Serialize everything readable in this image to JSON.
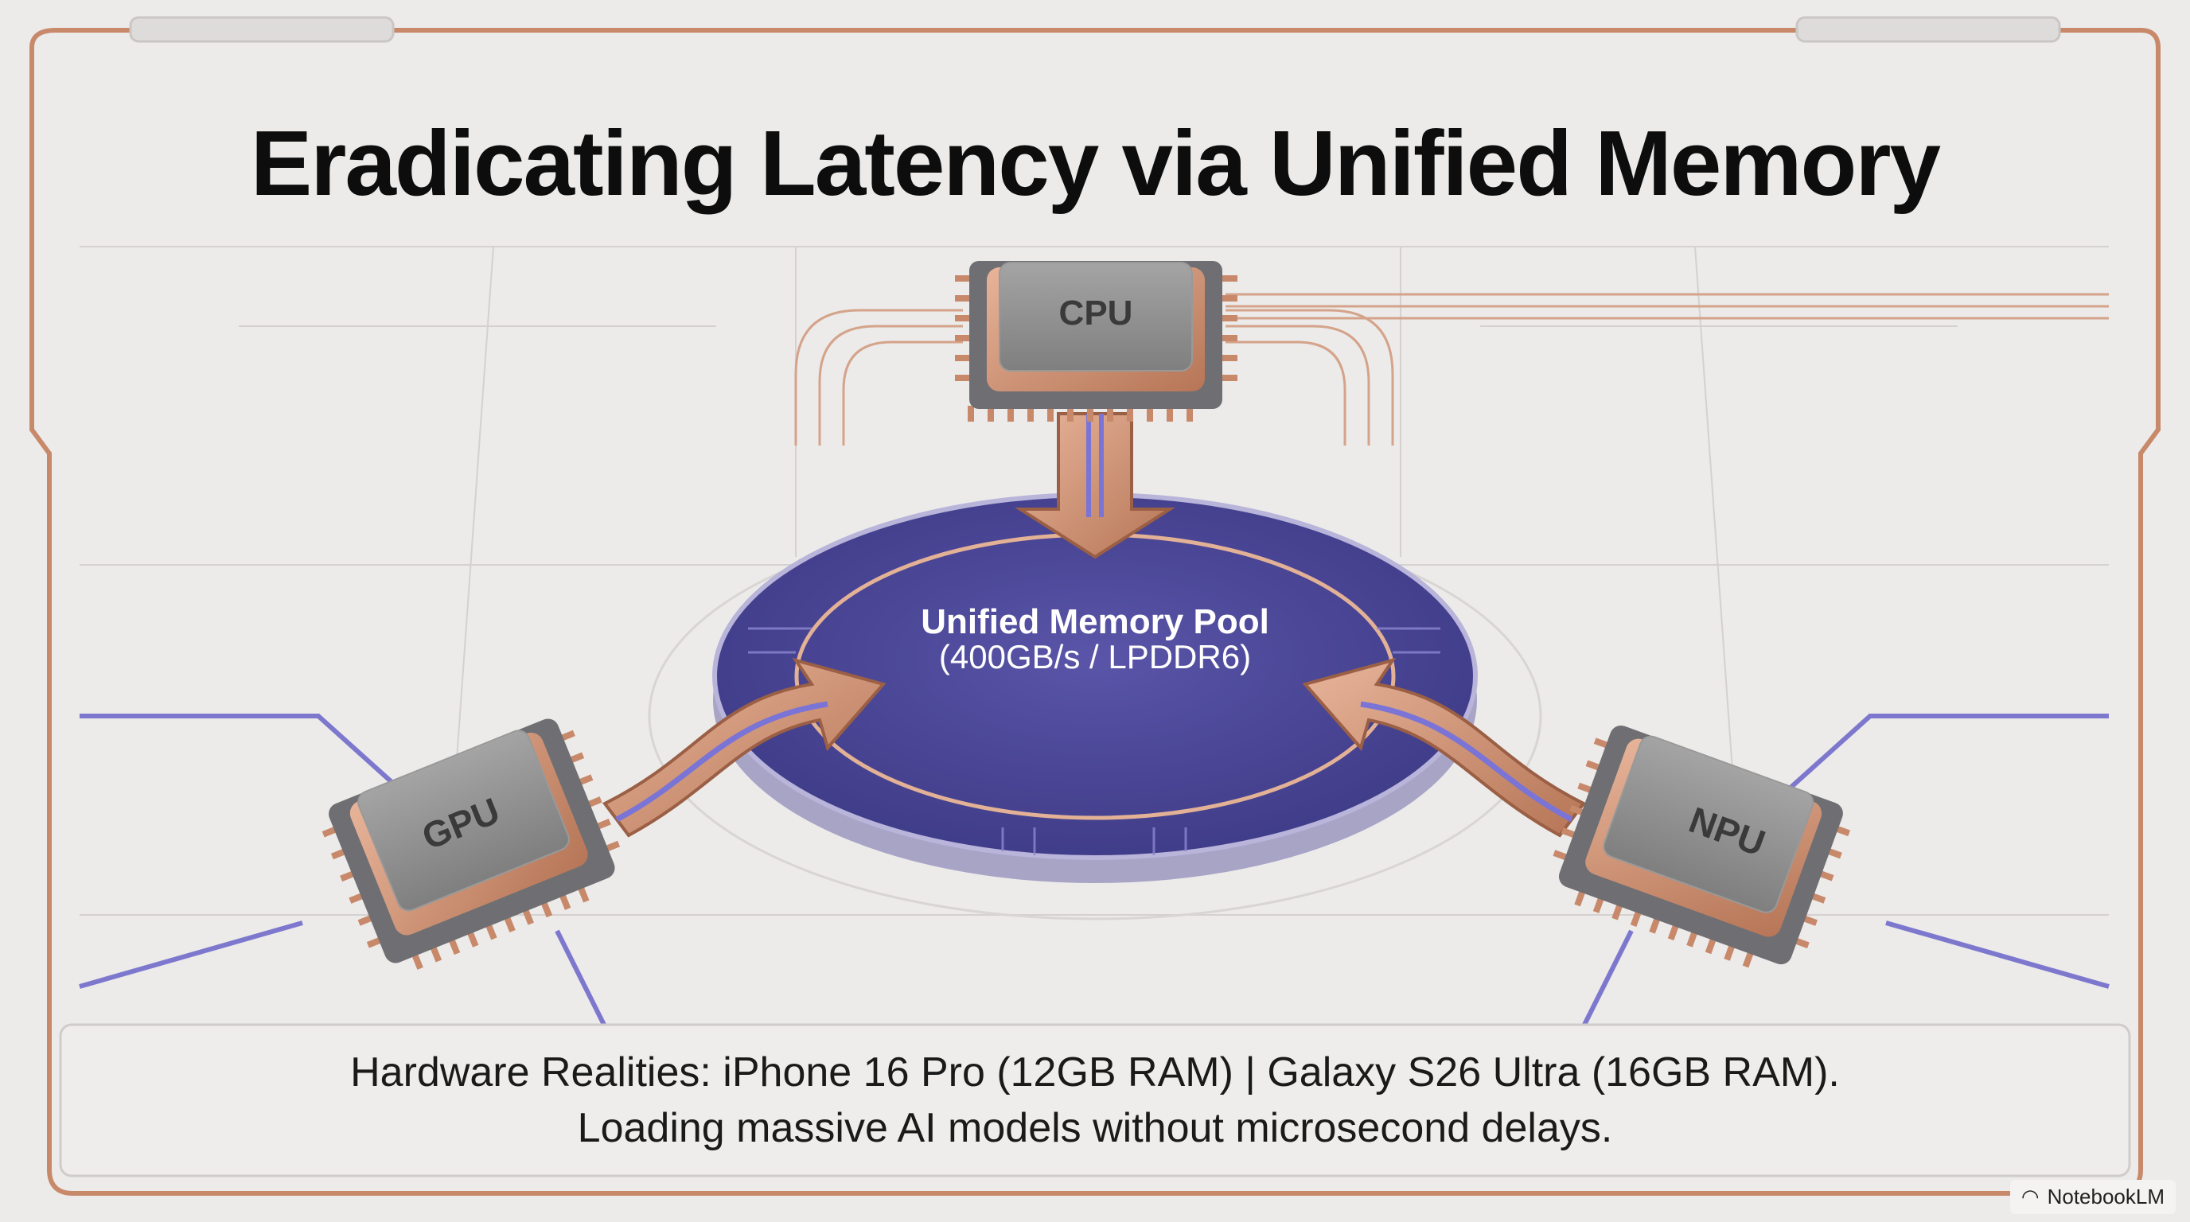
{
  "title": "Eradicating Latency via Unified Memory",
  "nodes": {
    "cpu": "CPU",
    "gpu": "GPU",
    "npu": "NPU",
    "pool_title": "Unified Memory Pool",
    "pool_subtitle": "(400GB/s / LPDDR6)"
  },
  "caption": {
    "line1": "Hardware Realities: iPhone 16 Pro (12GB RAM) | Galaxy S26 Ultra (16GB RAM).",
    "line2": "Loading massive AI models without microsecond delays."
  },
  "brand": "NotebookLM",
  "colors": {
    "copper": "#c8896b",
    "purple": "#5a55a8",
    "chip": "#8e8e8e",
    "background": "#ecebea"
  }
}
